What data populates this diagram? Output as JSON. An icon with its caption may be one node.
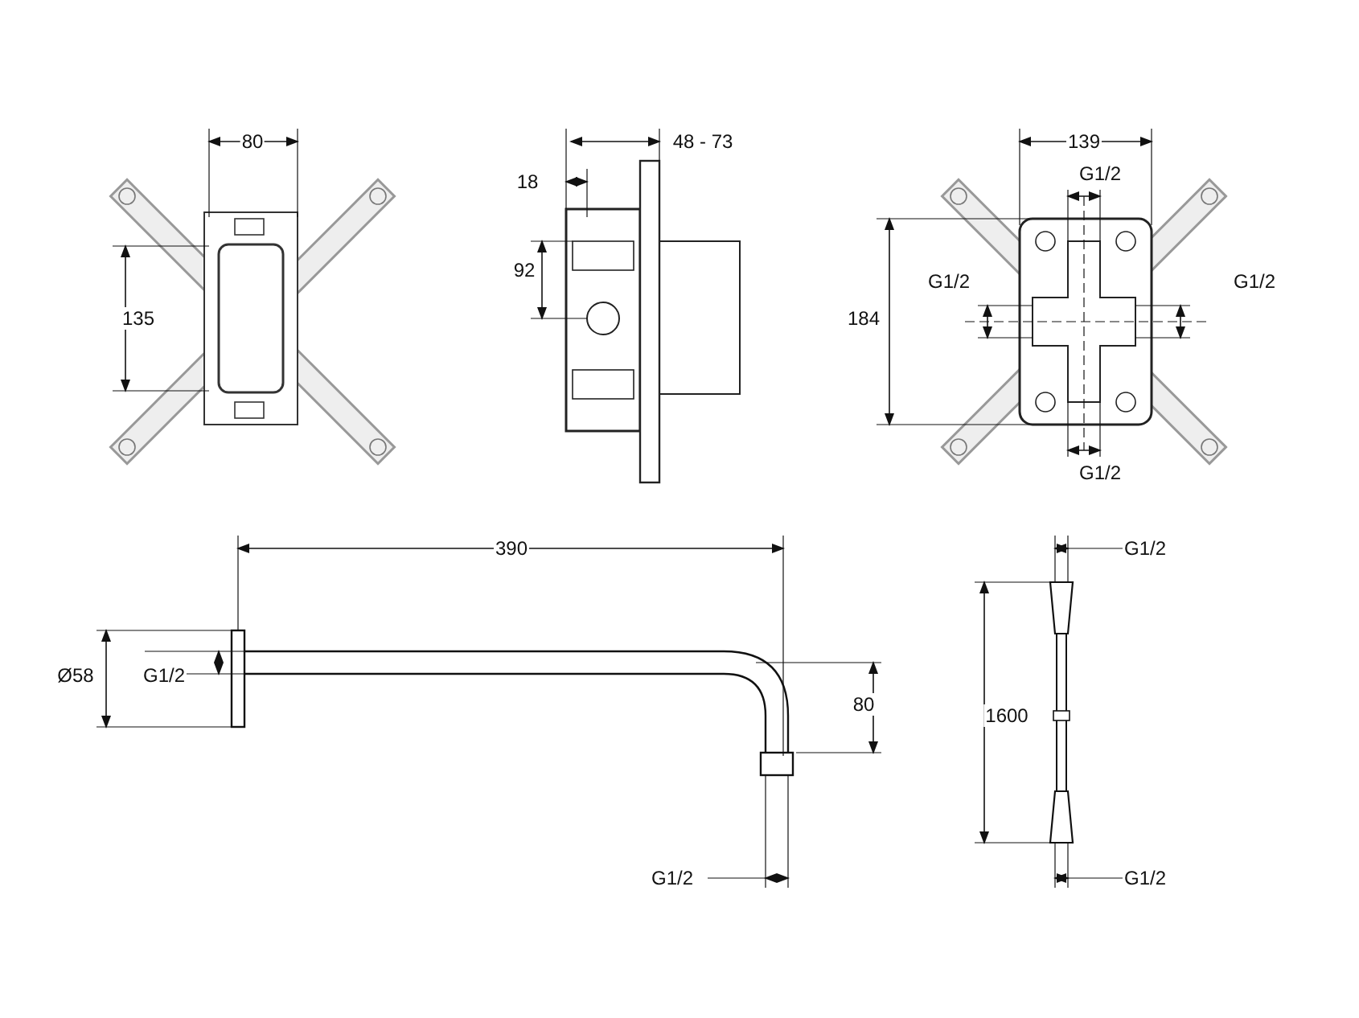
{
  "diagram": {
    "labels": [
      "80",
      "48 - 73",
      "139",
      "18",
      "G1/2",
      "92",
      "G1/2",
      "G1/2",
      "135",
      "184",
      "G1/2",
      "390",
      "G1/2",
      "Ø58",
      "G1/2",
      "80",
      "1600",
      "G1/2",
      "G1/2"
    ]
  }
}
